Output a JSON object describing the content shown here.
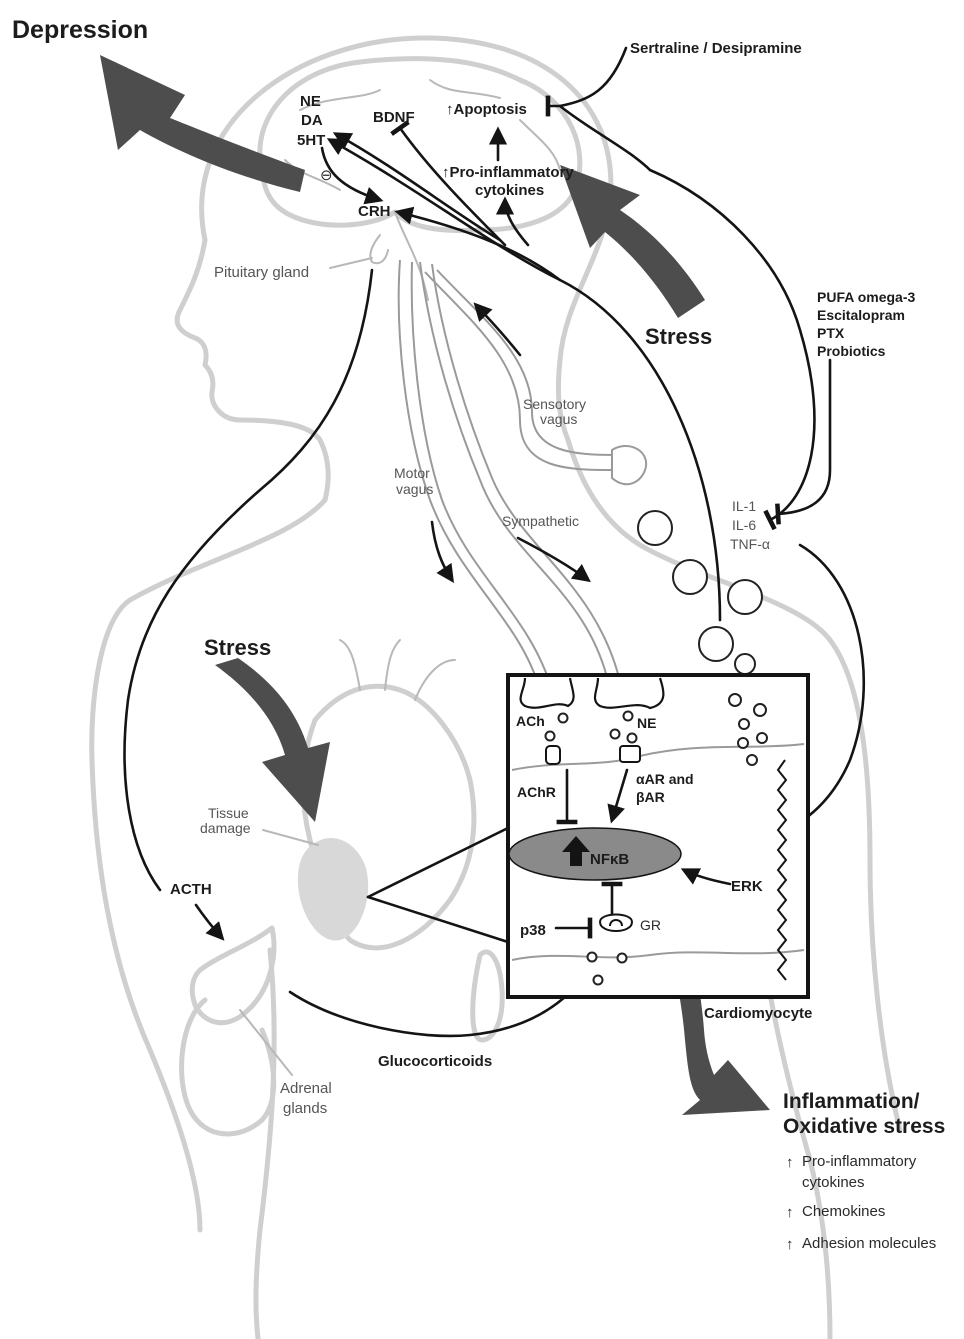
{
  "labels": {
    "depression": "Depression",
    "sertraline": "Sertraline / Desipramine",
    "ne": "NE",
    "da": "DA",
    "five_ht": "5HT",
    "bdnf": "BDNF",
    "apoptosis": "↑Apoptosis",
    "proinflam_line1": "↑Pro-inflammatory",
    "proinflam_line2": "cytokines",
    "crh": "CRH",
    "minus": "⊖",
    "pituitary": "Pituitary gland",
    "stress_top": "Stress",
    "treatments": [
      "PUFA omega-3",
      "Escitalopram",
      "PTX",
      "Probiotics"
    ],
    "sensory_line1": "Sensotory",
    "sensory_line2": "vagus",
    "motor_line1": "Motor",
    "motor_line2": "vagus",
    "sympathetic": "Sympathetic",
    "cytokines": [
      "IL-1",
      "IL-6",
      "TNF-α"
    ],
    "stress_left": "Stress",
    "tissue_line1": "Tissue",
    "tissue_line2": "damage",
    "acth": "ACTH",
    "ach": "ACh",
    "ne_inset": "NE",
    "achr": "AChR",
    "ar_line1": "αAR and",
    "ar_line2": "βAR",
    "nfkb": "NFκB",
    "erk": "ERK",
    "p38": "p38",
    "gr": "GR",
    "cardiomyocyte": "Cardiomyocyte",
    "glucocorticoids": "Glucocorticoids",
    "adrenal_line1": "Adrenal",
    "adrenal_line2": "glands",
    "inflam_line1": "Inflammation/",
    "inflam_line2": "Oxidative stress",
    "outcomes": [
      {
        "arrow": "↑",
        "text": "Pro-inflammatory",
        "cont": "cytokines"
      },
      {
        "arrow": "↑",
        "text": "Chemokines"
      },
      {
        "arrow": "↑",
        "text": "Adhesion molecules"
      }
    ]
  },
  "colors": {
    "body_outline": "#cfcfcf",
    "arrow_fill": "#4d4d4d",
    "nfkb_fill": "#8a8a8a",
    "ink": "#141414"
  }
}
